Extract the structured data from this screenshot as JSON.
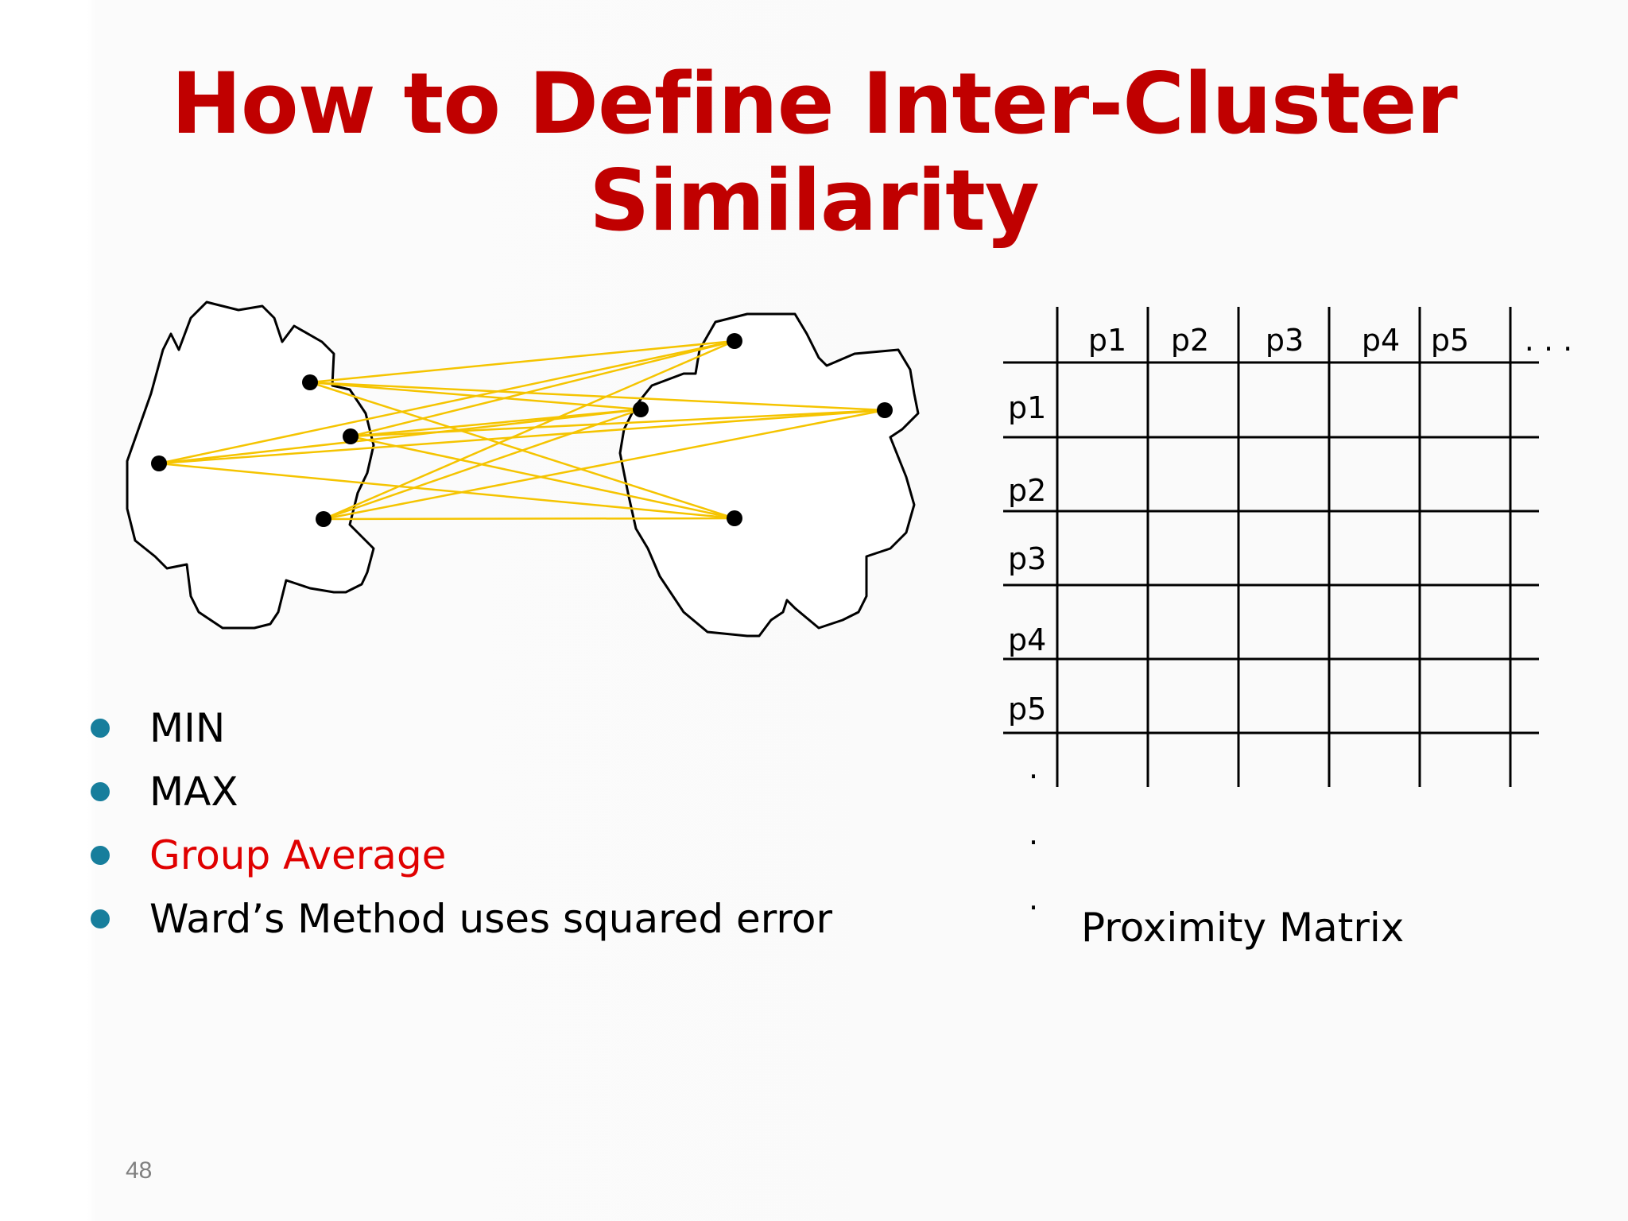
{
  "title": {
    "line1": "How to Define Inter-Cluster",
    "line2": "Similarity"
  },
  "colors": {
    "title": "#c00000",
    "highlight": "#e00000",
    "bullet": "#177e9c",
    "link_lines": "#f5c400"
  },
  "bullets": [
    {
      "label": "MIN",
      "highlight": false
    },
    {
      "label": "MAX",
      "highlight": false
    },
    {
      "label": "Group Average",
      "highlight": true
    },
    {
      "label": "Ward’s Method uses squared error",
      "highlight": false
    }
  ],
  "matrix": {
    "column_headers": [
      "p1",
      "p2",
      "p3",
      "p4",
      "p5"
    ],
    "column_ellipsis": ". . .",
    "row_headers": [
      "p1",
      "p2",
      "p3",
      "p4",
      "p5"
    ],
    "row_ellipsis": [
      "·",
      "·",
      "·"
    ],
    "caption": "Proximity Matrix"
  },
  "page_number": "48"
}
